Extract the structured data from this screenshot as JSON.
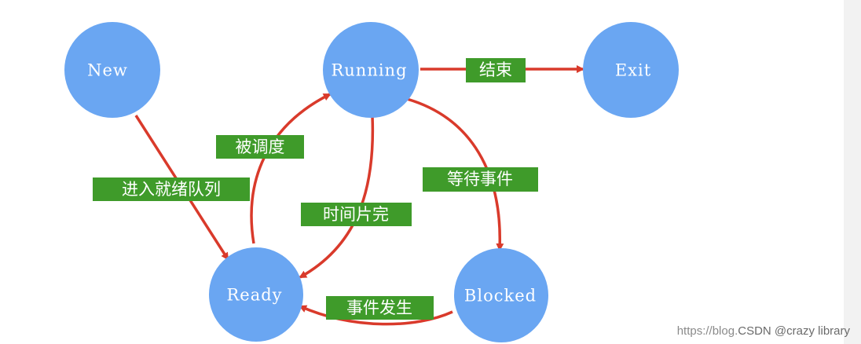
{
  "colors": {
    "node_fill": "#6aa6f2",
    "arrow": "#d93a2b",
    "label_bg": "#3f9b2a",
    "label_text": "#ffffff"
  },
  "nodes": {
    "new": "New",
    "running": "Running",
    "exit": "Exit",
    "ready": "Ready",
    "blocked": "Blocked"
  },
  "edges": {
    "new_to_ready": "进入就绪队列",
    "ready_to_running": "被调度",
    "running_to_ready": "时间片完",
    "running_to_exit": "结束",
    "running_to_blocked": "等待事件",
    "blocked_to_ready": "事件发生"
  },
  "watermark": {
    "prefix": "https://blog.",
    "text": "CSDN @crazy library"
  }
}
